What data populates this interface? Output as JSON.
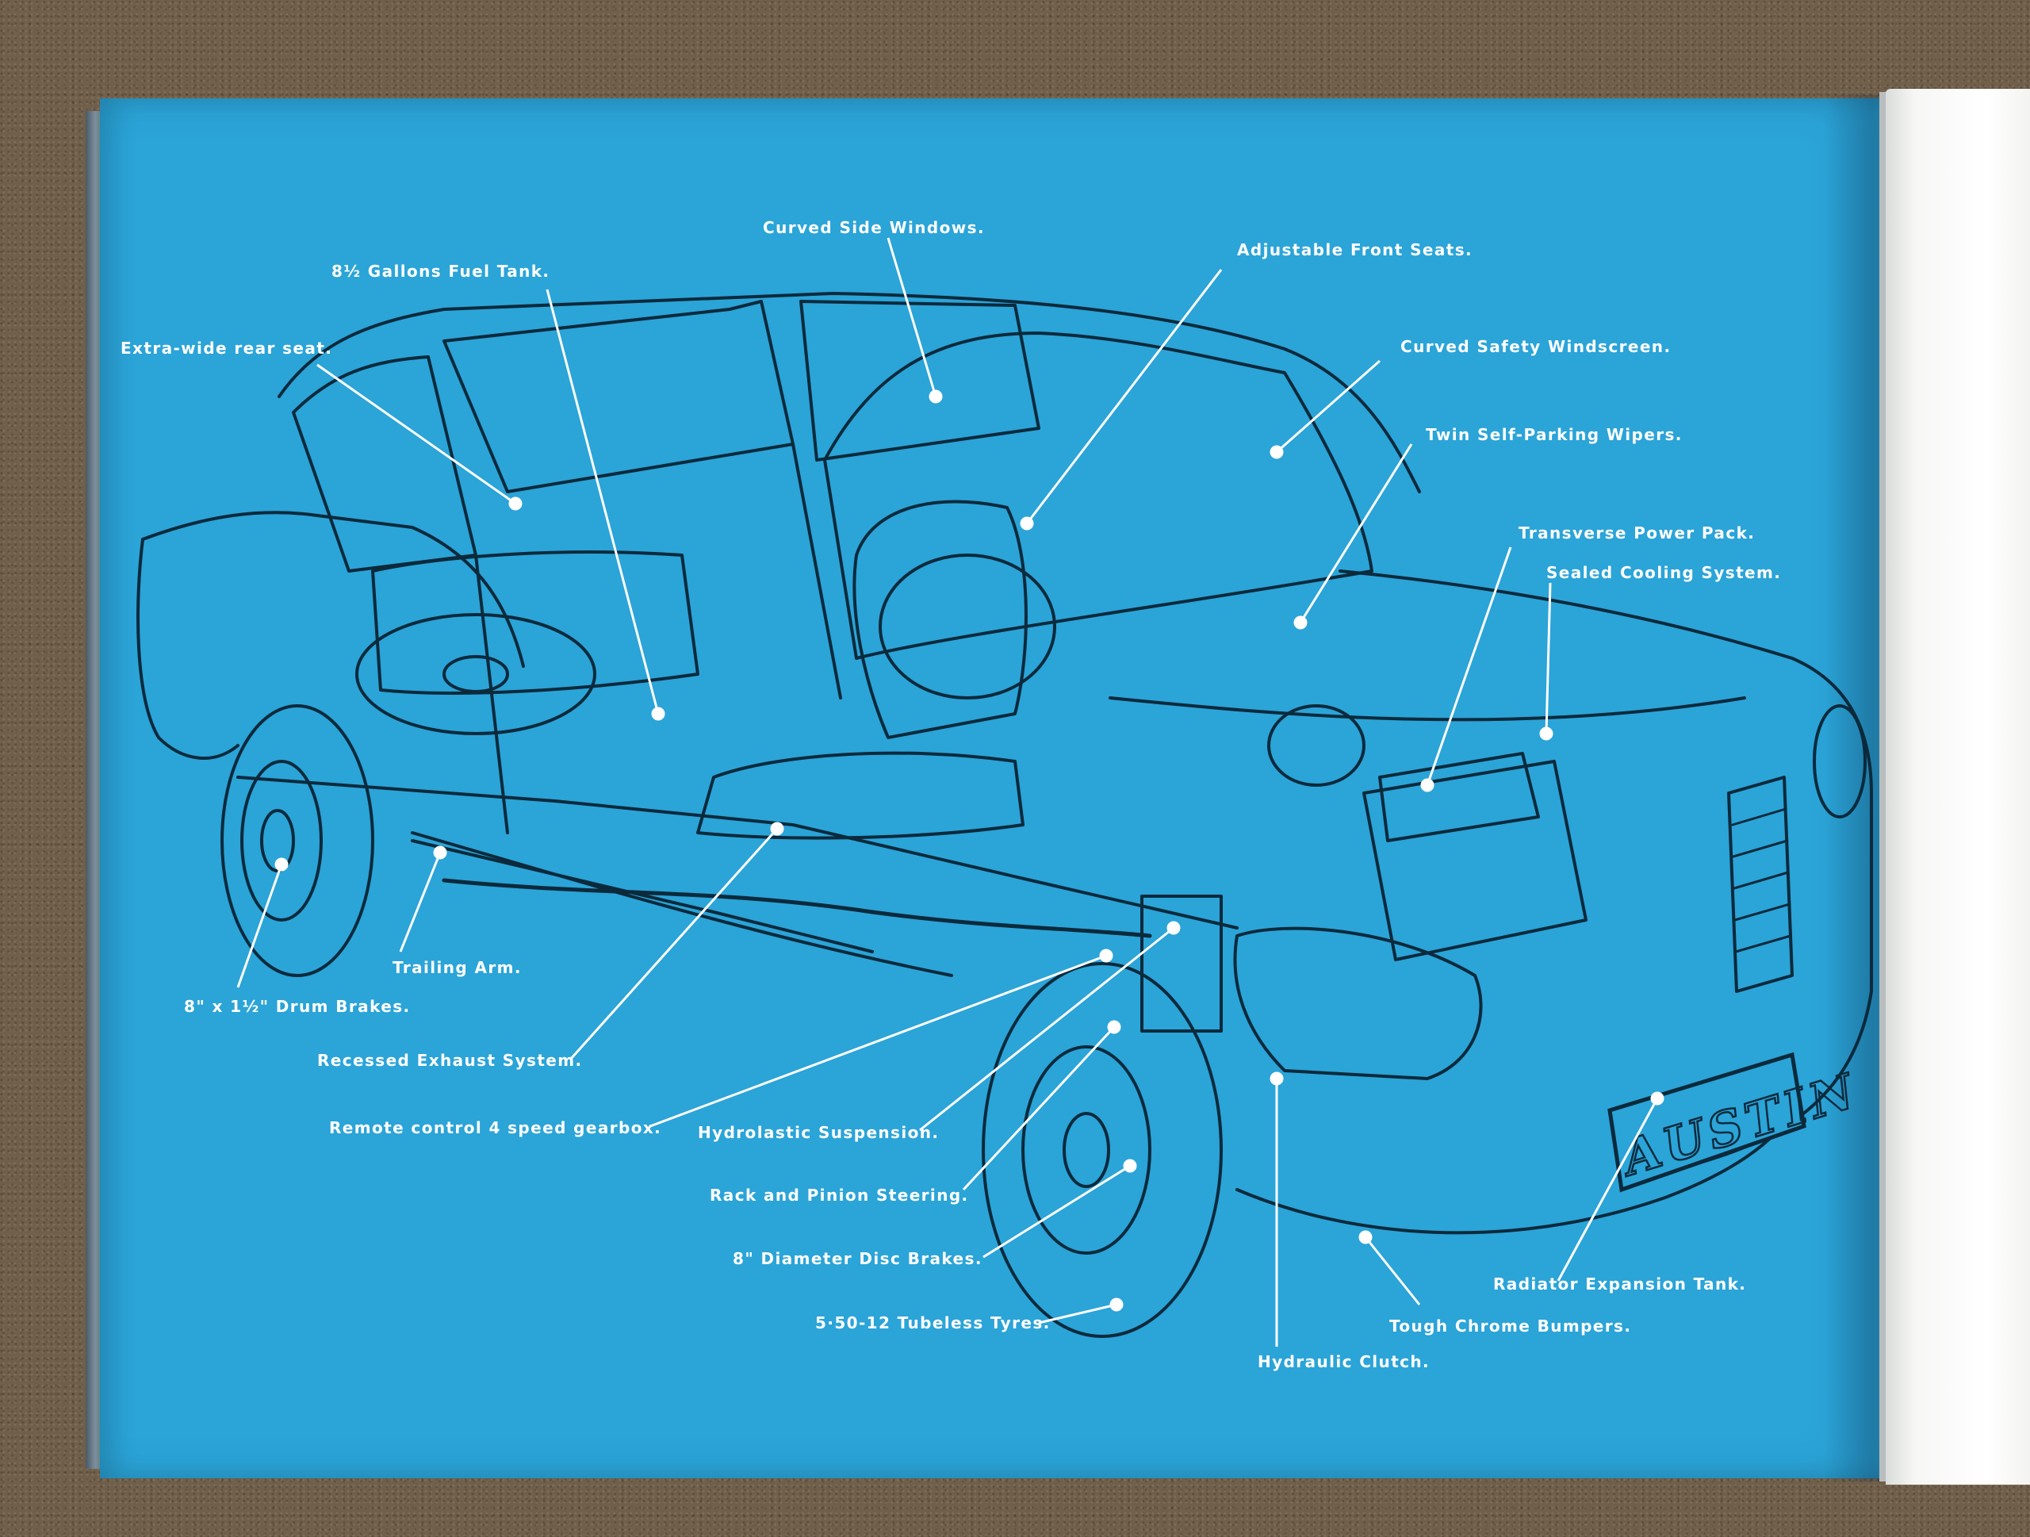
{
  "brochure": {
    "badge": "AUSTIN",
    "callouts": [
      {
        "id": "curved-side-windows",
        "label": "Curved Side Windows."
      },
      {
        "id": "fuel-tank",
        "label": "8½ Gallons Fuel Tank."
      },
      {
        "id": "adjustable-front-seats",
        "label": "Adjustable Front Seats."
      },
      {
        "id": "extra-wide-rear-seat",
        "label": "Extra-wide rear seat."
      },
      {
        "id": "curved-safety-windscreen",
        "label": "Curved Safety Windscreen."
      },
      {
        "id": "twin-wipers",
        "label": "Twin Self-Parking Wipers."
      },
      {
        "id": "transverse-power-pack",
        "label": "Transverse Power Pack."
      },
      {
        "id": "sealed-cooling-system",
        "label": "Sealed Cooling System."
      },
      {
        "id": "trailing-arm",
        "label": "Trailing Arm."
      },
      {
        "id": "drum-brakes",
        "label": "8\" x 1½\" Drum Brakes."
      },
      {
        "id": "recessed-exhaust",
        "label": "Recessed Exhaust System."
      },
      {
        "id": "gearbox",
        "label": "Remote control 4 speed gearbox."
      },
      {
        "id": "hydrolastic-suspension",
        "label": "Hydrolastic Suspension."
      },
      {
        "id": "rack-pinion",
        "label": "Rack and Pinion Steering."
      },
      {
        "id": "disc-brakes",
        "label": "8\" Diameter Disc Brakes."
      },
      {
        "id": "tubeless-tyres",
        "label": "5·50-12 Tubeless Tyres."
      },
      {
        "id": "radiator-tank",
        "label": "Radiator Expansion Tank."
      },
      {
        "id": "chrome-bumpers",
        "label": "Tough Chrome Bumpers."
      },
      {
        "id": "hydraulic-clutch",
        "label": "Hydraulic Clutch."
      }
    ]
  },
  "colors": {
    "page_blue": "#2ba4d8",
    "line_dark": "#0b2a3c",
    "callout_white": "#ffffff"
  }
}
